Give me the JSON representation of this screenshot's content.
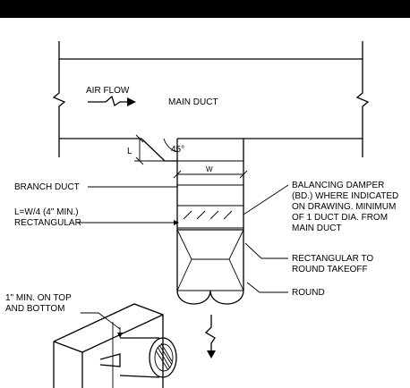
{
  "labels": {
    "air_flow": "AIR FLOW",
    "main_duct": "MAIN DUCT",
    "angle": "45°",
    "width_symbol": "W",
    "length_symbol": "L",
    "branch_duct": "BRANCH DUCT",
    "l_note_1": "L=W/4 (4\" MIN.)",
    "l_note_2": "RECTANGULAR",
    "damper_1": "BALANCING DAMPER",
    "damper_2": "(BD.) WHERE INDICATED",
    "damper_3": "ON DRAWING.  MINIMUM",
    "damper_4": "OF 1 DUCT DIA. FROM",
    "damper_5": "MAIN DUCT",
    "takeoff_1": "RECTANGULAR TO",
    "takeoff_2": "ROUND TAKEOFF",
    "round": "ROUND",
    "min_note_1": "1\" MIN. ON TOP",
    "min_note_2": "AND BOTTOM"
  },
  "colors": {
    "title_bar": "#000000",
    "line": "#000000",
    "background": "#ffffff"
  }
}
